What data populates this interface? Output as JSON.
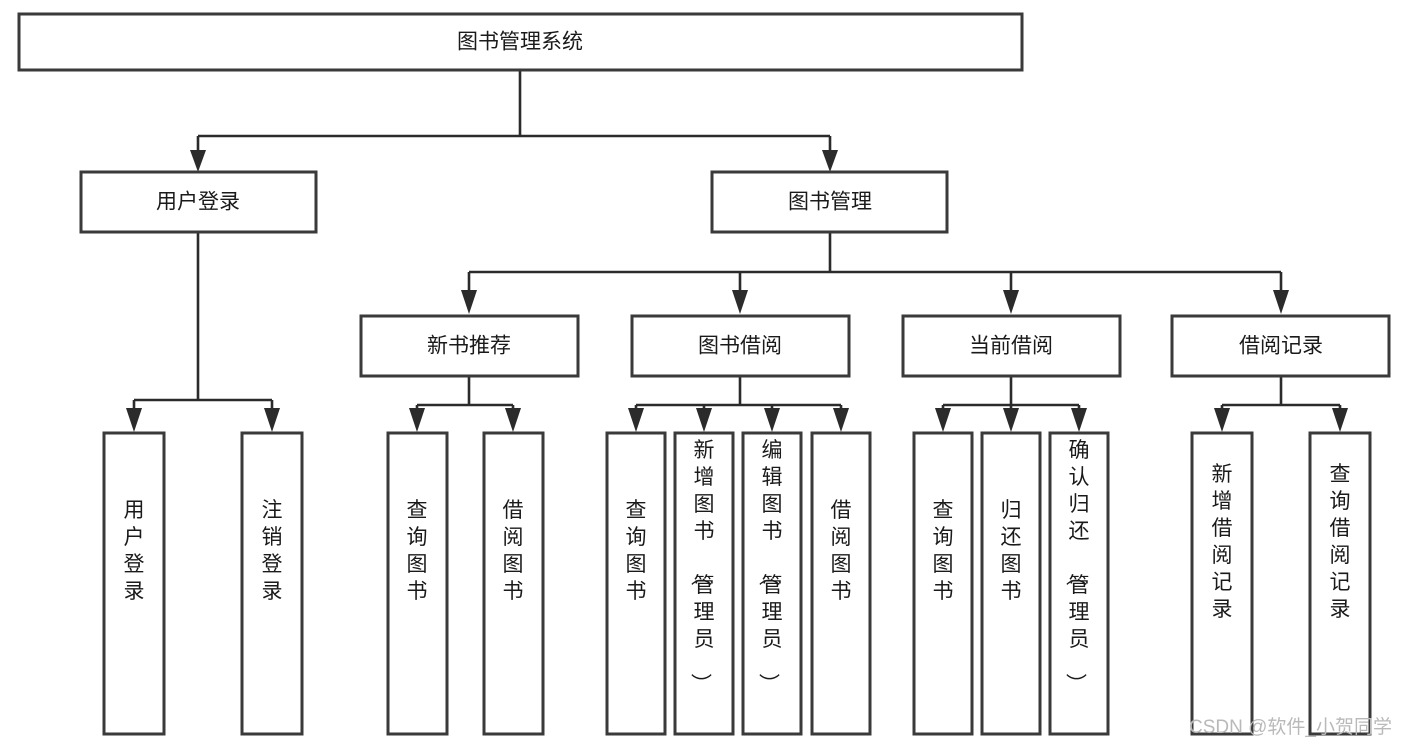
{
  "diagram": {
    "title": "图书管理系统",
    "type": "tree",
    "root": {
      "id": "root",
      "label": "图书管理系统"
    },
    "level2": [
      {
        "id": "user-login",
        "label": "用户登录"
      },
      {
        "id": "book-manage",
        "label": "图书管理"
      }
    ],
    "level3": [
      {
        "id": "new-book-rec",
        "label": "新书推荐",
        "parent": "book-manage"
      },
      {
        "id": "book-borrow",
        "label": "图书借阅",
        "parent": "book-manage"
      },
      {
        "id": "current-borrow",
        "label": "当前借阅",
        "parent": "book-manage"
      },
      {
        "id": "borrow-record",
        "label": "借阅记录",
        "parent": "book-manage"
      }
    ],
    "leaves": {
      "user-login": [
        {
          "id": "leaf-user-login",
          "label": "用户登录"
        },
        {
          "id": "leaf-logout",
          "label": "注销登录"
        }
      ],
      "new-book-rec": [
        {
          "id": "leaf-query-book-1",
          "label": "查询图书"
        },
        {
          "id": "leaf-borrow-book-1",
          "label": "借阅图书"
        }
      ],
      "book-borrow": [
        {
          "id": "leaf-query-book-2",
          "label": "查询图书"
        },
        {
          "id": "leaf-add-book",
          "label": "新增图书（管理员）"
        },
        {
          "id": "leaf-edit-book",
          "label": "编辑图书（管理员）"
        },
        {
          "id": "leaf-borrow-book-2",
          "label": "借阅图书"
        }
      ],
      "current-borrow": [
        {
          "id": "leaf-query-book-3",
          "label": "查询图书"
        },
        {
          "id": "leaf-return-book",
          "label": "归还图书"
        },
        {
          "id": "leaf-confirm-return",
          "label": "确认归还（管理员）"
        }
      ],
      "borrow-record": [
        {
          "id": "leaf-add-record",
          "label": "新增借阅记录"
        },
        {
          "id": "leaf-query-record",
          "label": "查询借阅记录"
        }
      ]
    },
    "colors": {
      "box_stroke": "#3a3a3a",
      "edge": "#2b2b2b",
      "text": "#1a1a1a",
      "background": "#ffffff",
      "watermark": "#b9b9b9"
    }
  },
  "watermark": {
    "text": "CSDN @软件_小贺同学"
  }
}
